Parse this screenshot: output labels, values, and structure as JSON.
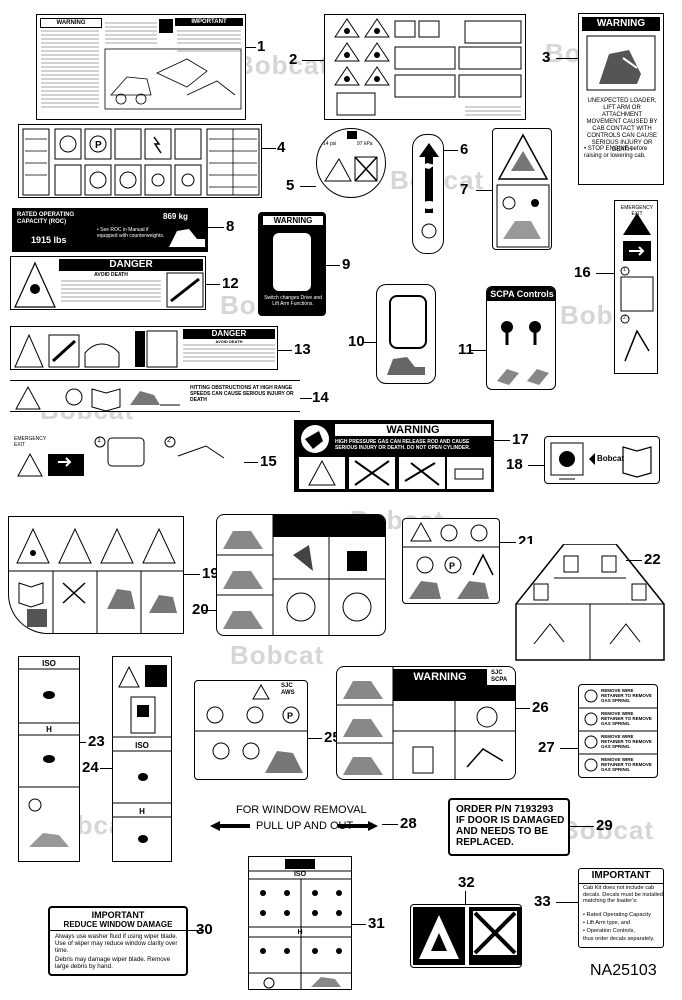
{
  "figure_id": "NA25103",
  "watermark": "Bobcat",
  "callouts": [
    "1",
    "2",
    "3",
    "4",
    "5",
    "6",
    "7",
    "8",
    "9",
    "10",
    "11",
    "12",
    "13",
    "14",
    "15",
    "16",
    "17",
    "18",
    "19",
    "20",
    "21",
    "22",
    "23",
    "24",
    "25",
    "26",
    "27",
    "28",
    "29",
    "30",
    "31",
    "32",
    "33"
  ],
  "decal1": {
    "header": "WARNING",
    "important": "IMPORTANT"
  },
  "decal3": {
    "header": "WARNING",
    "text": "UNEXPECTED LOADER, LIFT ARM OR ATTACHMENT MOVEMENT CAUSED BY CAB CONTACT WITH CONTROLS CAN CAUSE SERIOUS INJURY OR DEATH",
    "bullet": "• STOP ENGINE before raising or lowering cab."
  },
  "decal5": {
    "left": "14 psi",
    "right": "97 kPa"
  },
  "decal8": {
    "title": "RATED OPERATING CAPACITY (ROC)",
    "kg": "869 kg",
    "lbs": "1915 lbs",
    "note": "• See ROC in Manual if equipped with counterweights."
  },
  "decal9": {
    "header": "WARNING",
    "text": "Switch changes Drive and Lift Arm Functions."
  },
  "decal11": {
    "header": "SCPA Controls"
  },
  "decal12": {
    "header": "DANGER",
    "sub": "AVOID DEATH"
  },
  "decal13": {
    "header": "DANGER",
    "sub": "AVOID DEATH"
  },
  "decal14": {
    "text": "HITTING OBSTRUCTIONS AT HIGH RANGE SPEEDS CAN CAUSE SERIOUS INJURY OR DEATH"
  },
  "decal15": {
    "label": "EMERGENCY EXIT",
    "step1": "1",
    "step2": "2"
  },
  "decal16": {
    "label": "EMERGENCY EXIT",
    "step1": "1",
    "step2": "2"
  },
  "decal17": {
    "header": "WARNING",
    "text": "HIGH PRESSURE GAS CAN RELEASE ROD AND CAUSE SERIOUS INJURY OR DEATH. DO NOT OPEN CYLINDER."
  },
  "decal18": {
    "brand": "Bobcat"
  },
  "decal23": {
    "top": "ISO",
    "mid": "H"
  },
  "decal24": {
    "top": "ISO",
    "mid": "H"
  },
  "decal25": {
    "tag1": "SJC",
    "tag2": "AWS"
  },
  "decal26": {
    "header": "WARNING",
    "tag1": "SJC",
    "tag2": "SCPA"
  },
  "decal27": {
    "line": "REMOVE WIRE RETAINER TO REMOVE GAS SPRING."
  },
  "decal28": {
    "line1": "FOR WINDOW REMOVAL",
    "line2": "PULL UP AND OUT"
  },
  "decal29": {
    "line1": "ORDER P/N 7193293",
    "line2": "IF DOOR IS DAMAGED",
    "line3": "AND NEEDS TO BE",
    "line4": "REPLACED."
  },
  "decal30": {
    "title1": "IMPORTANT",
    "title2": "REDUCE WINDOW DAMAGE",
    "para1": "Always use washer fluid if using wiper blade. Use of wiper may reduce window clarity over time.",
    "para2": "Debris may damage wiper blade. Remove large debris by hand."
  },
  "decal31": {
    "top": "ISO",
    "mid": "H"
  },
  "decal33": {
    "title": "IMPORTANT",
    "intro": "Cab Kit does not include cab decals. Decals must be installed matching the loader's:",
    "b1": "• Rated Operating Capacity",
    "b2": "• Lift Arm type, and",
    "b3": "• Operation Controls,",
    "outro": "thus order decals separately."
  }
}
